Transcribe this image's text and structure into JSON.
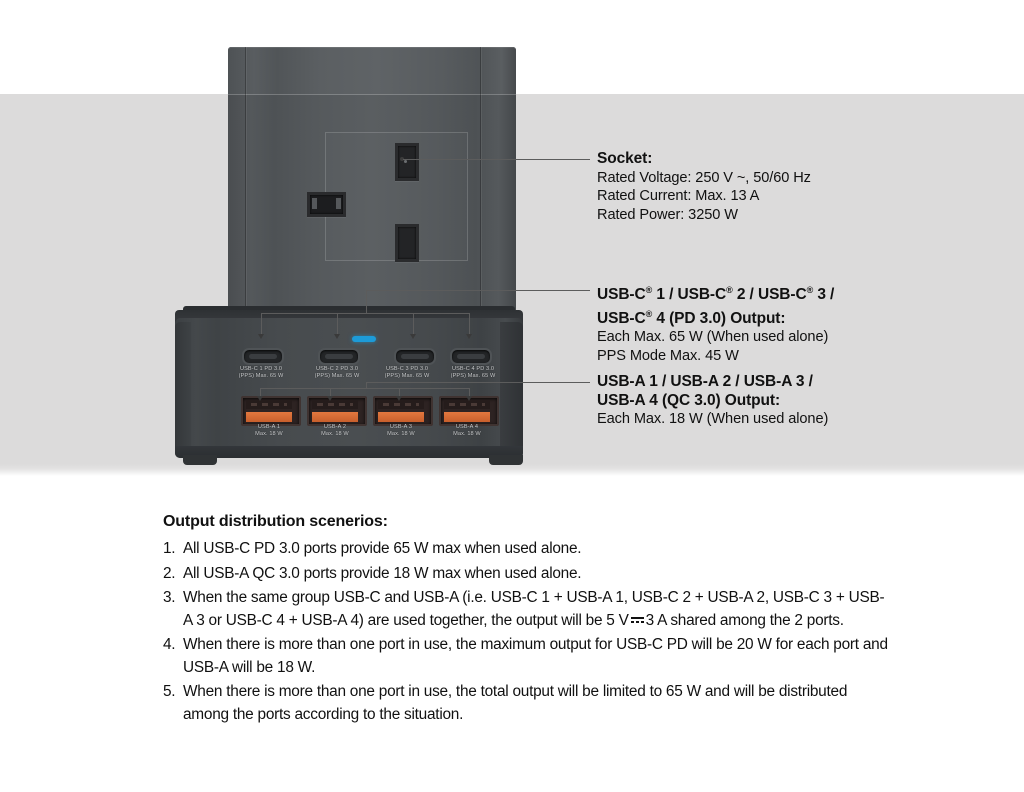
{
  "device": {
    "name": "usb-charging-socket-tower",
    "led_color": "#1d9bd8",
    "usb_a_color": "#d96a33",
    "usbc_ports": [
      {
        "name": "USB-C 1 PD 3.0",
        "spec": "(PPS) Max. 65 W"
      },
      {
        "name": "USB-C 2 PD 3.0",
        "spec": "(PPS) Max. 65 W"
      },
      {
        "name": "USB-C 3 PD 3.0",
        "spec": "(PPS) Max. 65 W"
      },
      {
        "name": "USB-C 4 PD 3.0",
        "spec": "(PPS) Max. 65 W"
      }
    ],
    "usba_ports": [
      {
        "name": "USB-A 1",
        "spec": "Max. 18 W"
      },
      {
        "name": "USB-A 2",
        "spec": "Max. 18 W"
      },
      {
        "name": "USB-A 3",
        "spec": "Max. 18 W"
      },
      {
        "name": "USB-A 4",
        "spec": "Max. 18 W"
      }
    ]
  },
  "callouts": {
    "socket": {
      "title": "Socket:",
      "lines": [
        "Rated Voltage: 250 V ~, 50/60 Hz",
        "Rated Current: Max. 13 A",
        "Rated Power: 3250 W"
      ]
    },
    "usbc": {
      "title_line1_a": "USB-C",
      "title_line1_sup1": "®",
      "title_line1_b": " 1 / USB-C",
      "title_line1_sup2": "®",
      "title_line1_c": " 2 / USB-C",
      "title_line1_sup3": "®",
      "title_line1_d": " 3 /",
      "title_line2_a": "USB-C",
      "title_line2_sup": "®",
      "title_line2_b": " 4 (PD 3.0) Output:",
      "lines": [
        "Each Max. 65 W (When used alone)",
        "PPS Mode Max. 45 W"
      ]
    },
    "usba": {
      "title_line1": "USB-A 1 / USB-A 2 / USB-A 3 /",
      "title_line2": "USB-A 4 (QC 3.0) Output:",
      "lines": [
        "Each Max. 18 W (When used alone)"
      ]
    }
  },
  "scenarios": {
    "title": "Output distribution scenerios:",
    "items": [
      {
        "num": "1.",
        "text": "All USB-C PD 3.0 ports provide 65 W max when used alone."
      },
      {
        "num": "2.",
        "text": "All USB-A QC 3.0 ports provide 18 W max when used alone."
      },
      {
        "num": "3.",
        "text_before": "When the same group USB-C and USB-A (i.e. USB-C 1 + USB-A 1, USB-C 2 + USB-A 2, USB-C 3 + USB-A 3 or USB-C 4 + USB-A 4) are used together, the output will be 5 V",
        "text_after": "3 A shared among the 2 ports.",
        "has_dc_symbol": true
      },
      {
        "num": "4.",
        "text": "When there is more than one port in use, the maximum output for USB-C PD will be 20 W for each port and USB-A will be 18 W."
      },
      {
        "num": "5.",
        "text": "When there is more than one port in use, the total output will be limited to 65 W and will be distributed among the ports according to the situation."
      }
    ]
  }
}
